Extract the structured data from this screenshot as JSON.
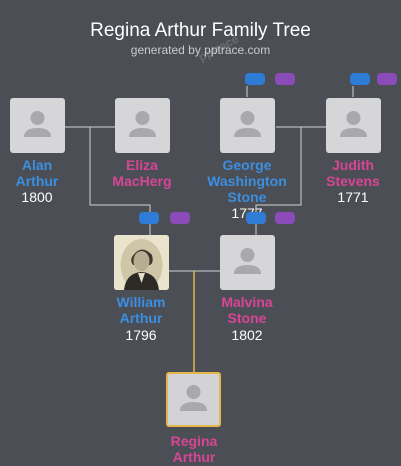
{
  "header": {
    "title": "Regina Arthur Family Tree",
    "subtitle": "generated by pptrace.com",
    "watermark": "pptrace"
  },
  "colors": {
    "background": "#4b4e55",
    "male": "#3c8fe0",
    "female": "#d94596",
    "focus_border": "#e6b54c",
    "line": "#cfd1d4",
    "focus_line": "#e6b54c"
  },
  "people": {
    "alan": {
      "first": "Alan",
      "last": "Arthur",
      "year": "1800",
      "icon": "person-silhouette-icon"
    },
    "eliza": {
      "first": "Eliza",
      "last": "MacHerg",
      "year": "",
      "icon": "person-silhouette-icon"
    },
    "george": {
      "first": "George",
      "middle": "Washington",
      "last": "Stone",
      "year": "1777",
      "icon": "person-silhouette-icon"
    },
    "judith": {
      "first": "Judith",
      "last": "Stevens",
      "year": "1771",
      "icon": "person-silhouette-icon"
    },
    "william": {
      "first": "William",
      "last": "Arthur",
      "year": "1796",
      "icon": "portrait-photo"
    },
    "malvina": {
      "first": "Malvina",
      "last": "Stone",
      "year": "1802",
      "icon": "person-silhouette-icon"
    },
    "regina": {
      "first": "Regina",
      "last": "Arthur",
      "year": "",
      "icon": "person-silhouette-icon"
    }
  },
  "expand_buttons": {
    "blue_icon": "male-ancestors-icon",
    "purple_icon": "female-ancestors-icon"
  }
}
